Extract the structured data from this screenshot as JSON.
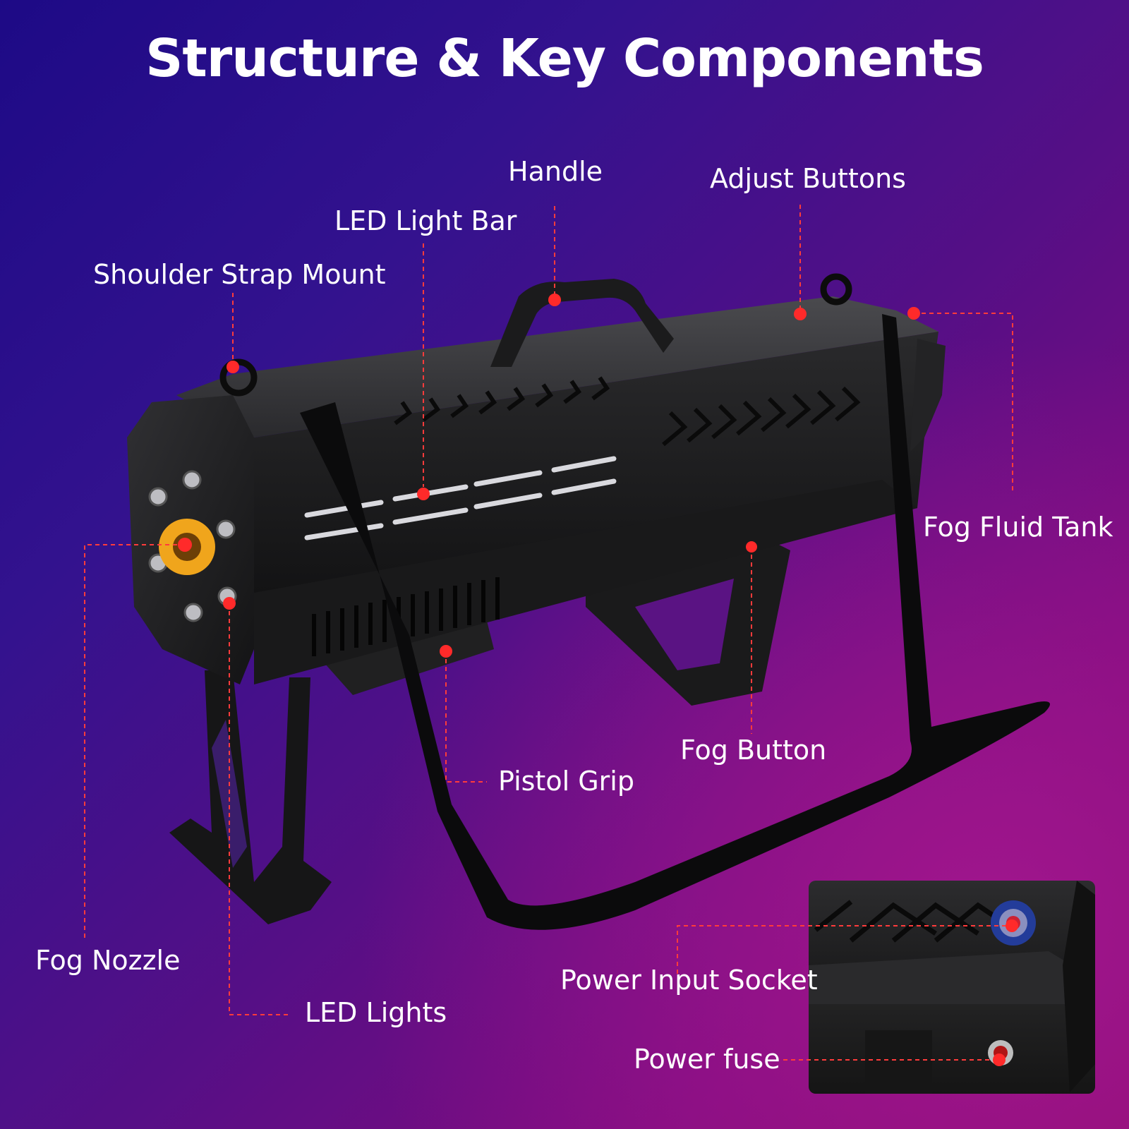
{
  "title": "Structure & Key Components",
  "labels": {
    "handle": "Handle",
    "adjust_buttons": "Adjust Buttons",
    "led_light_bar": "LED Light Bar",
    "shoulder_strap_mount": "Shoulder Strap Mount",
    "fog_fluid_tank": "Fog Fluid Tank",
    "fog_button": "Fog Button",
    "pistol_grip": "Pistol Grip",
    "fog_nozzle": "Fog Nozzle",
    "led_lights": "LED Lights",
    "power_input_socket": "Power Input Socket",
    "power_fuse": "Power fuse"
  },
  "colors": {
    "marker": "#ff2a2a",
    "leader_line": "#ff3b3b",
    "body": "#1c1c1e",
    "nozzle": "#f0a51c",
    "text": "#ffffff"
  }
}
